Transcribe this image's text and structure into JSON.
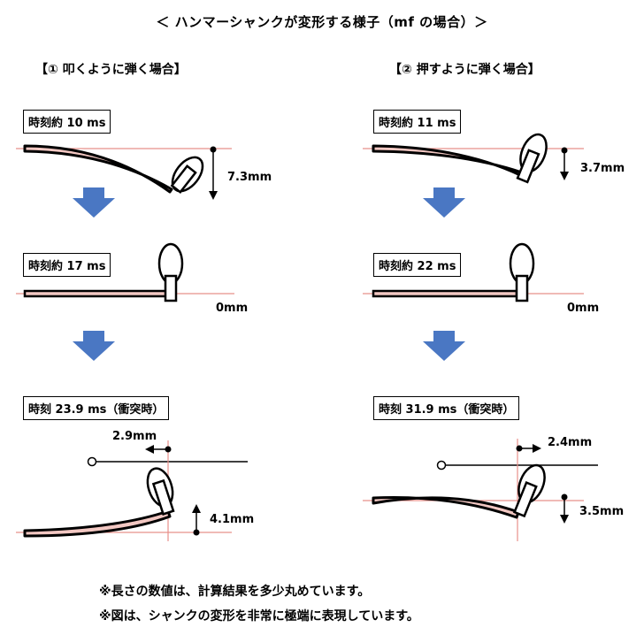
{
  "title": "＜ ハンマーシャンクが変形する様子（mf の場合）＞",
  "sections": [
    {
      "heading": "【① 叩くように弾く場合】",
      "frames": [
        {
          "time_label": "時刻約 10 ms",
          "displacement": "7.3mm"
        },
        {
          "time_label": "時刻約 17 ms",
          "displacement": "0mm"
        },
        {
          "time_label": "時刻 23.9 ms（衝突時）",
          "horizontal": "2.9mm",
          "vertical": "4.1mm"
        }
      ]
    },
    {
      "heading": "【② 押すように弾く場合】",
      "frames": [
        {
          "time_label": "時刻約 11 ms",
          "displacement": "3.7mm"
        },
        {
          "time_label": "時刻約 22 ms",
          "displacement": "0mm"
        },
        {
          "time_label": "時刻 31.9 ms（衝突時）",
          "horizontal": "2.4mm",
          "vertical": "3.5mm"
        }
      ]
    }
  ],
  "notes": [
    "※長さの数値は、計算結果を多少丸めています。",
    "※図は、シャンクの変形を非常に極端に表現しています。"
  ],
  "colors": {
    "arrow_blue": "#4a77c3",
    "reference_line": "#e8908a",
    "shank_fill": "#f2c7c2"
  }
}
